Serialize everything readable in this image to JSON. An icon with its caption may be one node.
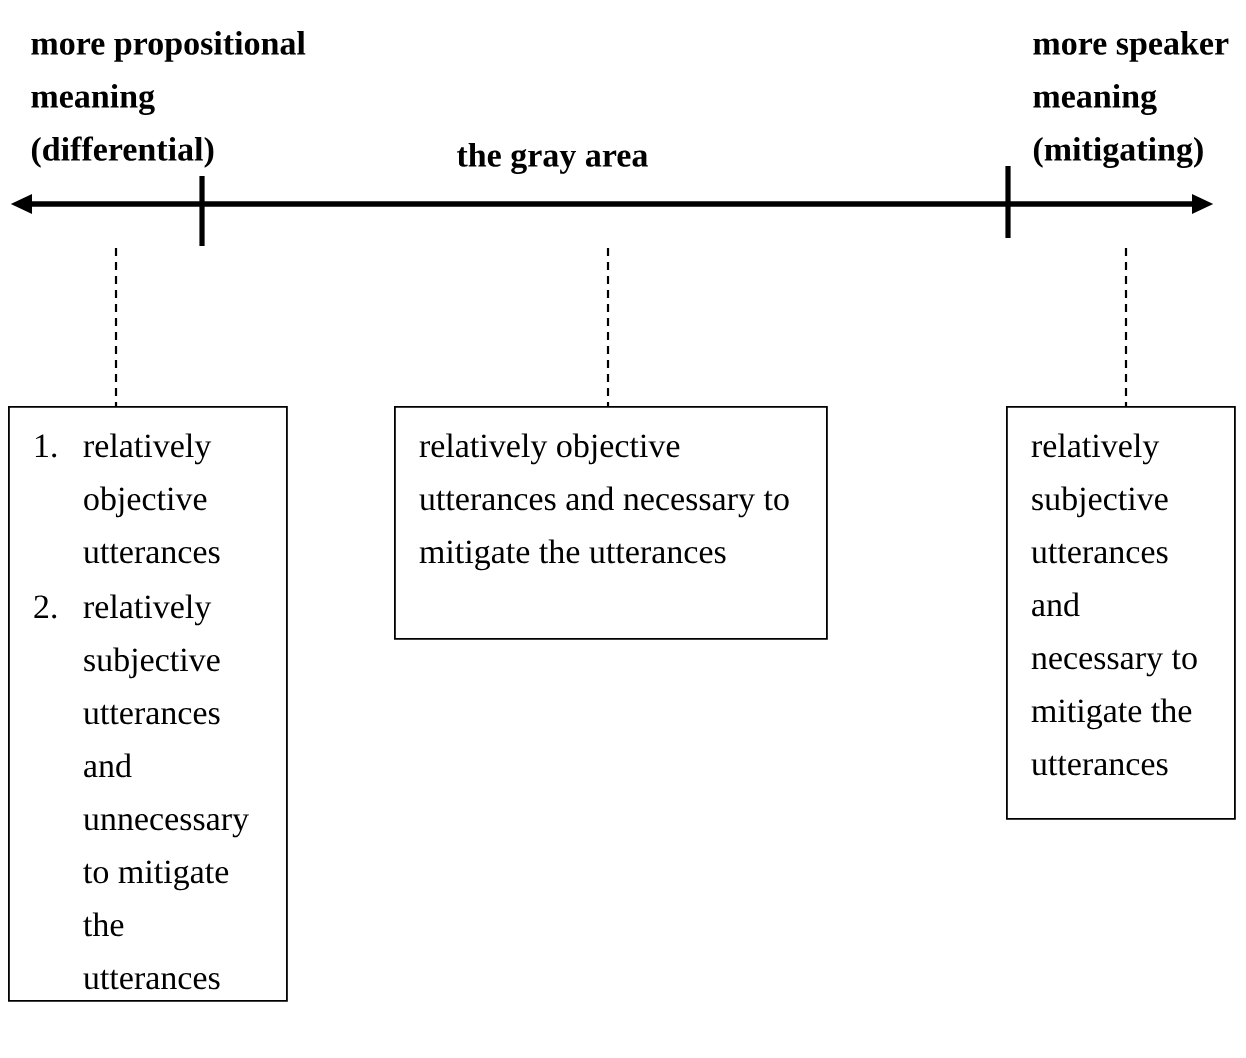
{
  "diagram": {
    "nodes": [
      {
        "text": [
          "1. relatively objective utterances",
          "2. relatively subjective utterances and unnecessary to mitigate the utterances"
        ]
      },
      {
        "text": [
          "relatively objective utterances and necessary to mitigate the utterances"
        ]
      },
      {
        "text": [
          "relatively subjective utterances and necessary to mitigate the utterances"
        ]
      }
    ],
    "edges": [
      {
        "from": null,
        "to": 0,
        "arrow": "none",
        "style": "dashed"
      },
      {
        "from": null,
        "to": 1,
        "arrow": "none",
        "style": "dashed"
      },
      {
        "from": null,
        "to": 2,
        "arrow": "none",
        "style": "dashed"
      }
    ],
    "labels": [
      "more propositional meaning (differential)",
      "the gray area",
      "more speaker meaning (mitigating)"
    ]
  }
}
